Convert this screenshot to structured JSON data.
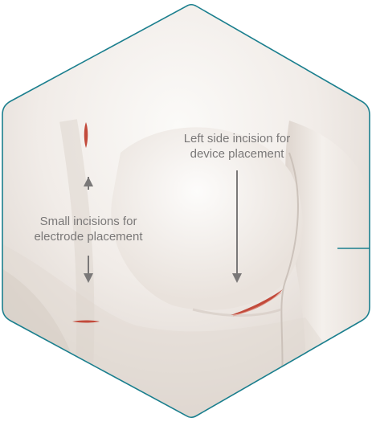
{
  "illustration": {
    "colors": {
      "outline": "#1b7f8e",
      "skin_light": "#f5f2ef",
      "skin_mid": "#e4ddd7",
      "skin_shadow": "#cfc5bd",
      "incision": "#c24a3b",
      "annotation": "#7a7878"
    },
    "labels": {
      "electrode": {
        "line1": "Small incisions for",
        "line2": "electrode placement"
      },
      "device": {
        "line1": "Left side incision for",
        "line2": "device placement"
      }
    }
  }
}
